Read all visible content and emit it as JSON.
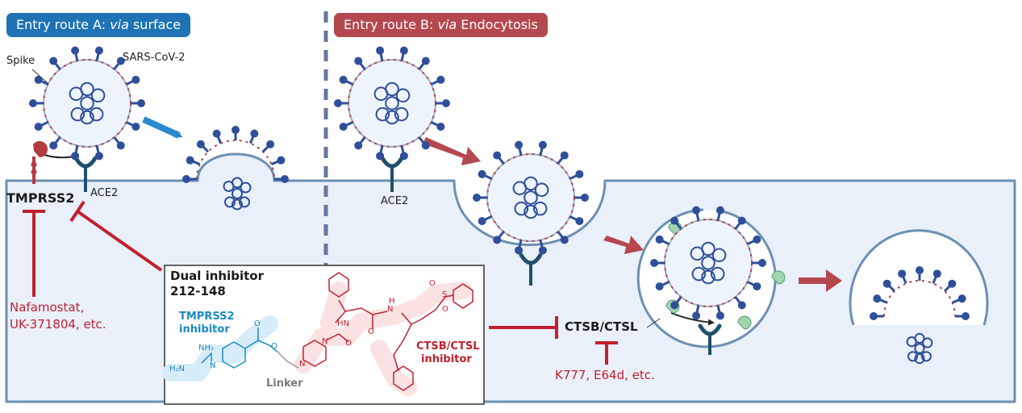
{
  "route_a": {
    "prefix": "Entry route A: ",
    "via": "via",
    "suffix": " surface"
  },
  "route_b": {
    "prefix": "Entry route B: ",
    "via": "via",
    "suffix": " Endocytosis"
  },
  "labels": {
    "spike": "Spike",
    "virus": "SARS-CoV-2",
    "tmprss2": "TMPRSS2",
    "ace2_a": "ACE2",
    "ace2_b": "ACE2",
    "ctsb_ctsl": "CTSB/CTSL",
    "inhib_a_line1": "Nafamostat,",
    "inhib_a_line2": "UK-371804, etc.",
    "inhib_b": "K777, E64d, etc."
  },
  "dual_box": {
    "title_line1": "Dual inhibitor",
    "title_line2": "212-148",
    "tmprss2_line1": "TMPRSS2",
    "tmprss2_line2": "inhibitor",
    "ctsb_line1": "CTSB/CTSL",
    "ctsb_line2": "inhibitor",
    "linker": "Linker",
    "atoms": {
      "nh2": "NH₂",
      "h2n": "H₂N",
      "n1": "N",
      "n2": "N",
      "n3": "N",
      "o1": "O",
      "o2": "O",
      "o3": "O",
      "o4": "O",
      "o5": "O",
      "hn": "HN",
      "h": "H",
      "s": "S"
    }
  },
  "colors": {
    "route_a": "#1f73b5",
    "route_b": "#b5484f",
    "inhibitor_red": "#c2202e",
    "tmprss2_blue": "#1b8bc0",
    "linker_grey": "#7b7b7b",
    "cell": "#e9f0fa",
    "membrane": "#6d8fb2",
    "virus_blue": "#2f4f9a",
    "ace2": "#1f4f6d",
    "cathepsin_green": "#9fd6b0"
  }
}
